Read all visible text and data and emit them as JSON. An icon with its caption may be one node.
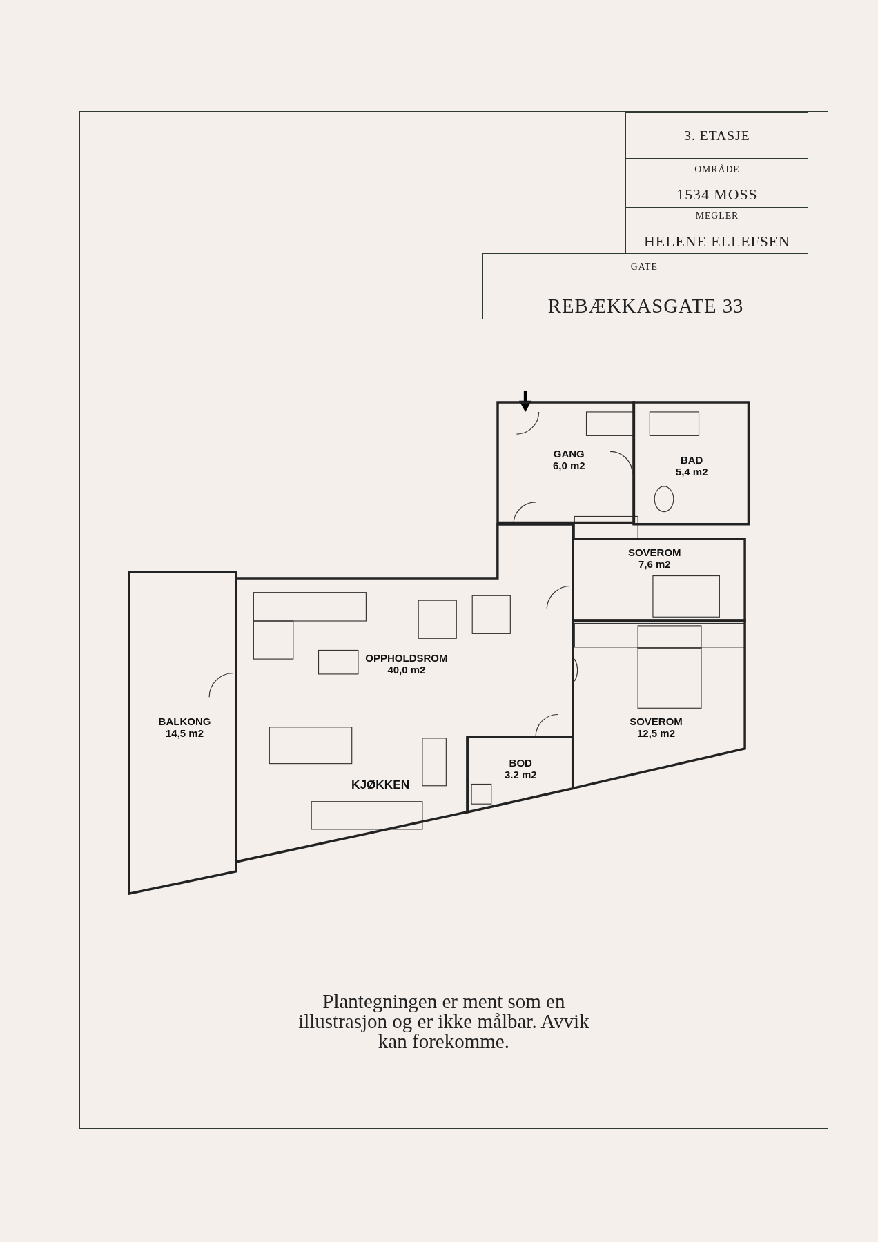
{
  "diagram": {
    "caption": "Plantegningen er ment som en illustrasjon og er ikke målbar. Avvik kan forekomme.",
    "nodes": [
      {
        "text": [
          "GANG",
          "6,0 m2"
        ]
      },
      {
        "text": [
          "BAD",
          "5,4 m2"
        ]
      },
      {
        "text": [
          "SOVEROM",
          "7,6 m2"
        ]
      },
      {
        "text": [
          "OPPHOLDSROM",
          "40,0 m2"
        ]
      },
      {
        "text": [
          "BALKONG",
          "14,5 m2"
        ]
      },
      {
        "text": [
          "BOD",
          "3.2 m2"
        ]
      },
      {
        "text": [
          "SOVEROM",
          "12,5 m2"
        ]
      }
    ],
    "labels": [
      "3. ETASJE",
      "OMRÅDE",
      "1534 MOSS",
      "MEGLER",
      "HELENE ELLEFSEN",
      "GATE",
      "REBÆKKASGATE 33",
      "KJØKKEN"
    ]
  }
}
